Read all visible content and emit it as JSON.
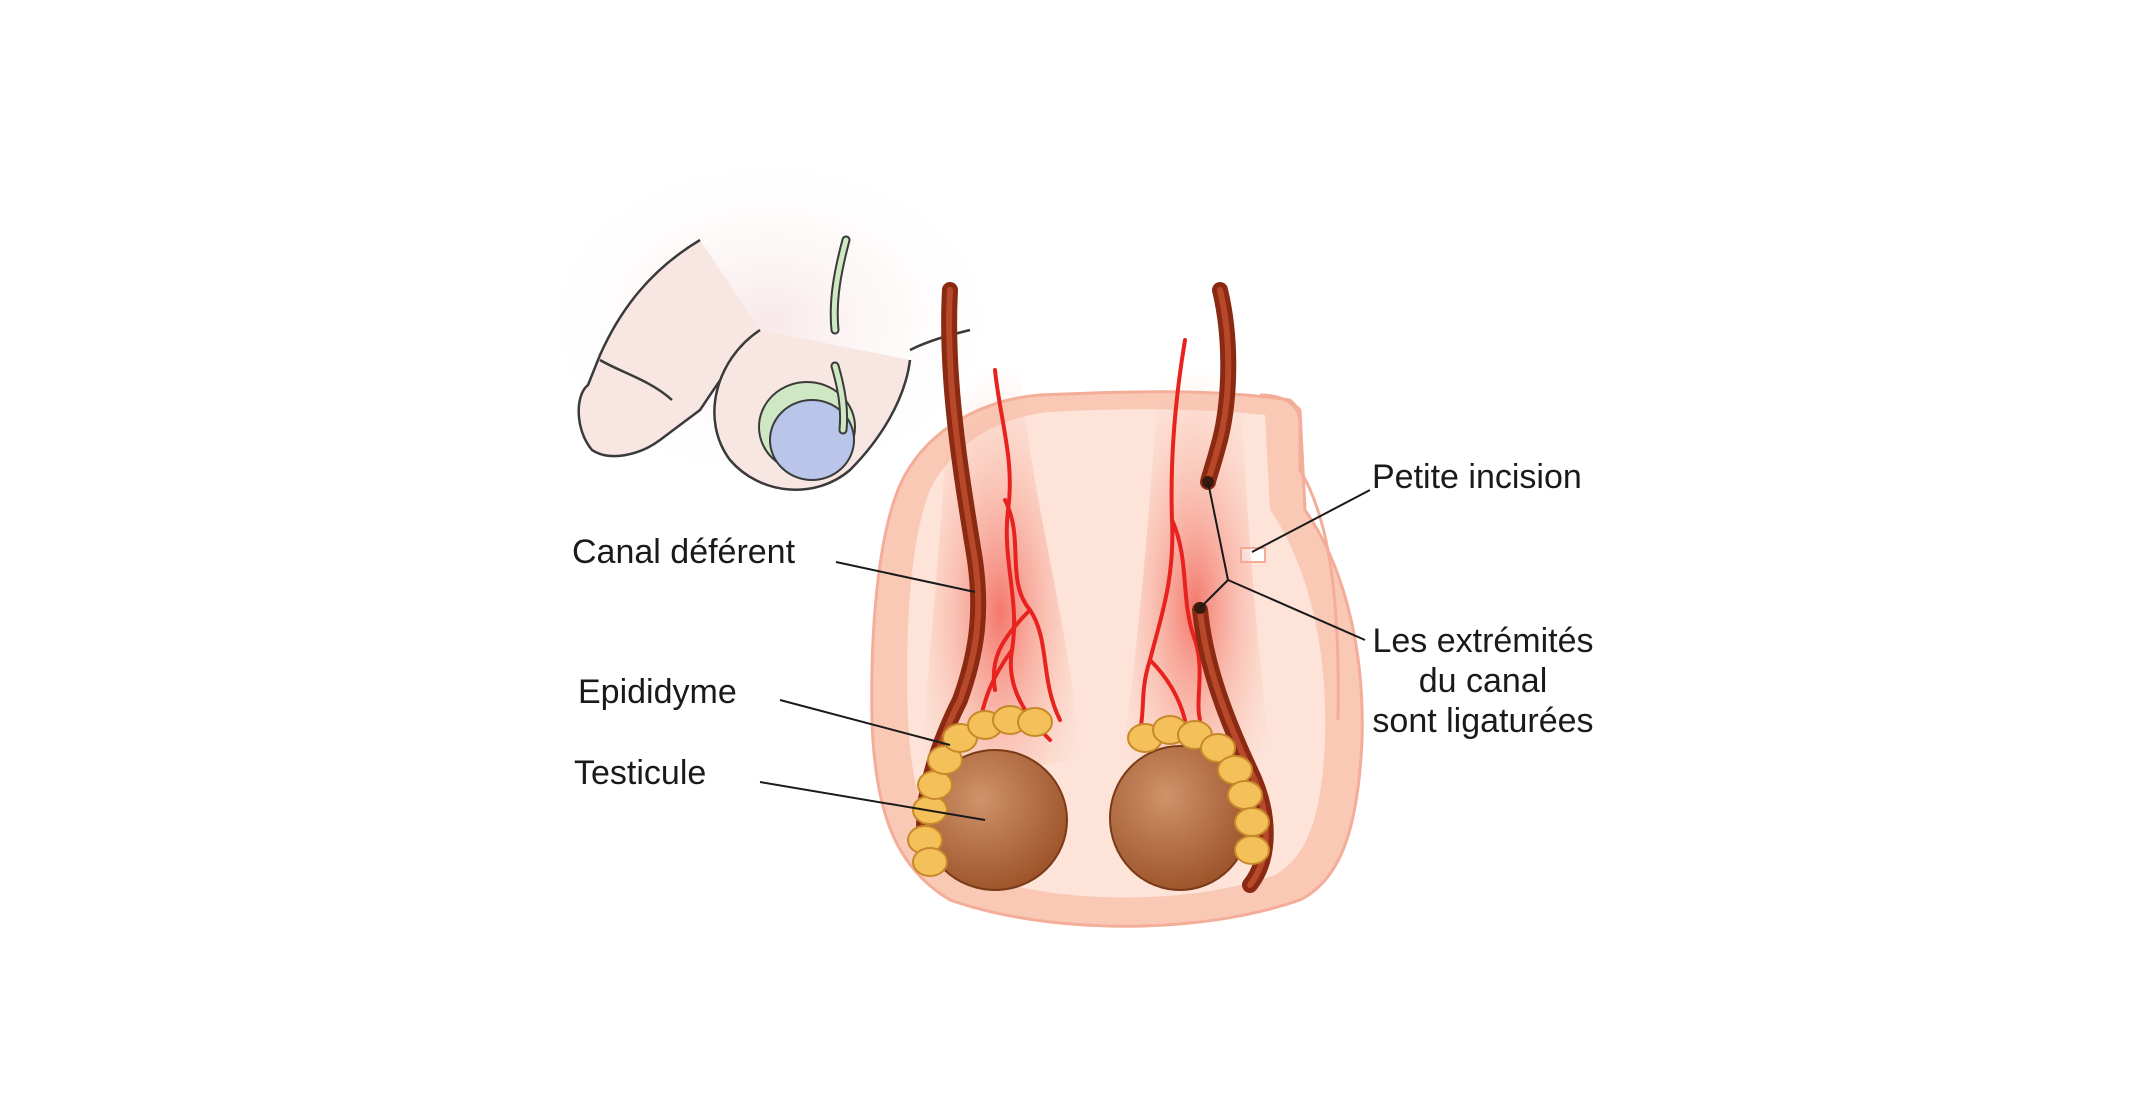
{
  "labels": {
    "canal_deferent": "Canal déférent",
    "epididyme": "Epididyme",
    "testicule": "Testicule",
    "petite_incision": "Petite incision",
    "extremites": {
      "line1": "Les extrémités",
      "line2": "du canal",
      "line3": "sont ligaturées"
    }
  },
  "colors": {
    "skin_outer": "#f9c9b6",
    "skin_inner": "#fde3d8",
    "vessel": "#e8231f",
    "vas": "#8b2a12",
    "testis": "#b36a3c",
    "epididymis": "#f3c05a",
    "inset_testis": "#b9c6ea",
    "inset_tunica": "#cfe8c4"
  }
}
